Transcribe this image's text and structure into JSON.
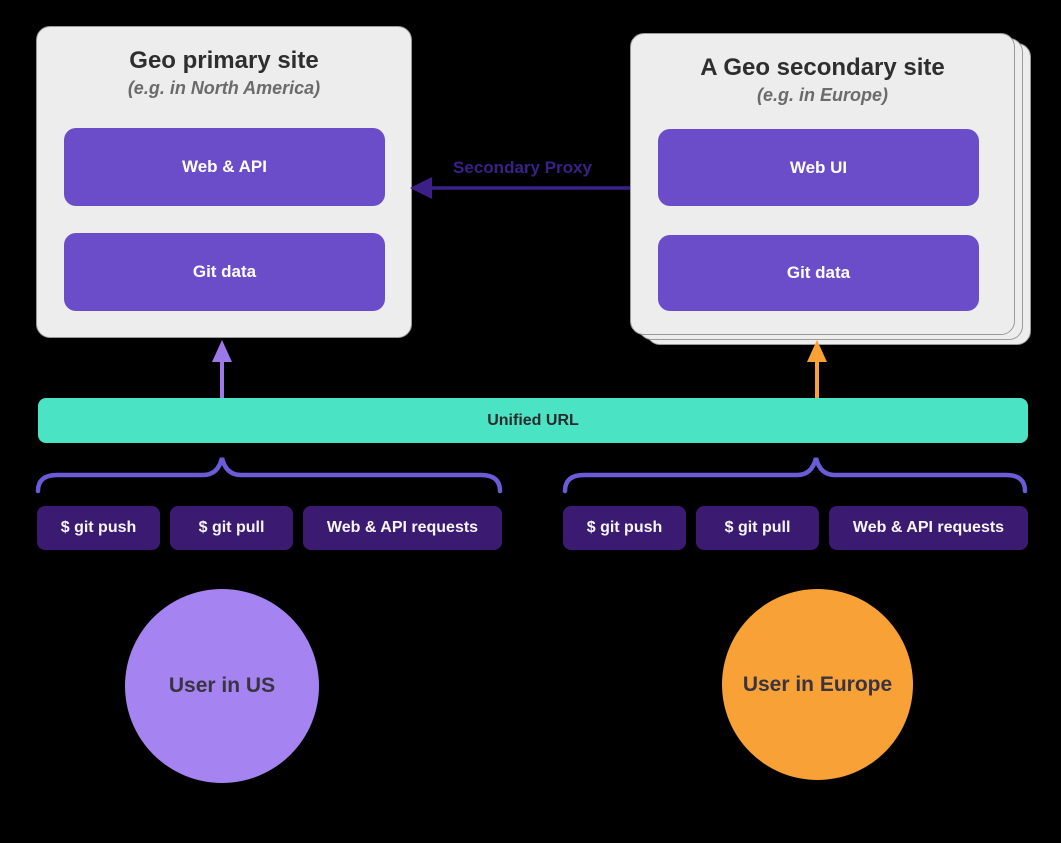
{
  "colors": {
    "background": "#000000",
    "card_bg": "#ededed",
    "component_purple": "#6b4dc9",
    "request_dark_purple": "#3b1a72",
    "proxy_arrow_purple": "#3b2087",
    "unified_arrow_light_purple": "#9b7ae8",
    "brace_purple": "#6a5cd8",
    "unified_bar_teal": "#4ae3c4",
    "user_europe_orange": "#f7a137",
    "user_us_purple": "#a583f0"
  },
  "primary_site": {
    "title": "Geo primary site",
    "subtitle": "(e.g. in North America)",
    "components": [
      "Web & API",
      "Git data"
    ]
  },
  "secondary_site": {
    "title": "A Geo secondary site",
    "subtitle": "(e.g. in Europe)",
    "components": [
      "Web UI",
      "Git data"
    ]
  },
  "proxy_arrow_label": "Secondary Proxy",
  "unified_url_label": "Unified URL",
  "requests_left": [
    "$ git push",
    "$ git pull",
    "Web & API requests"
  ],
  "requests_right": [
    "$ git push",
    "$ git pull",
    "Web & API requests"
  ],
  "user_us_label": "User in US",
  "user_europe_label": "User in Europe"
}
